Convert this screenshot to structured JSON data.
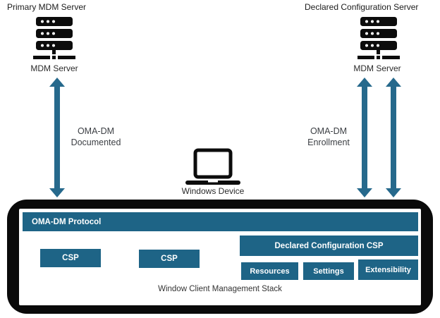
{
  "nodes": {
    "primary_server": {
      "title": "Primary MDM Server",
      "label": "MDM Server"
    },
    "declared_server": {
      "title": "Declared Configuration Server",
      "label": "MDM Server"
    },
    "device": {
      "label": "Windows Device"
    }
  },
  "connections": {
    "documented": {
      "line1": "OMA-DM",
      "line2": "Documented"
    },
    "enrollment": {
      "line1": "OMA-DM",
      "line2": "Enrollment"
    }
  },
  "stack": {
    "protocol": "OMA-DM Protocol",
    "csp_left": "CSP",
    "csp_middle": "CSP",
    "declared_csp": "Declared Configuration CSP",
    "sub_boxes": {
      "resources": "Resources",
      "settings": "Settings",
      "extensibility": "Extensibility"
    },
    "caption": "Window Client Management Stack"
  },
  "icons": {
    "primary_server": "server-icon",
    "declared_server": "server-icon",
    "device": "laptop-icon",
    "arrows": "double-arrow-icon"
  },
  "colors": {
    "box_teal": "#1e6486",
    "arrow_teal": "#26698c",
    "frame_black": "#0a0a0a"
  }
}
